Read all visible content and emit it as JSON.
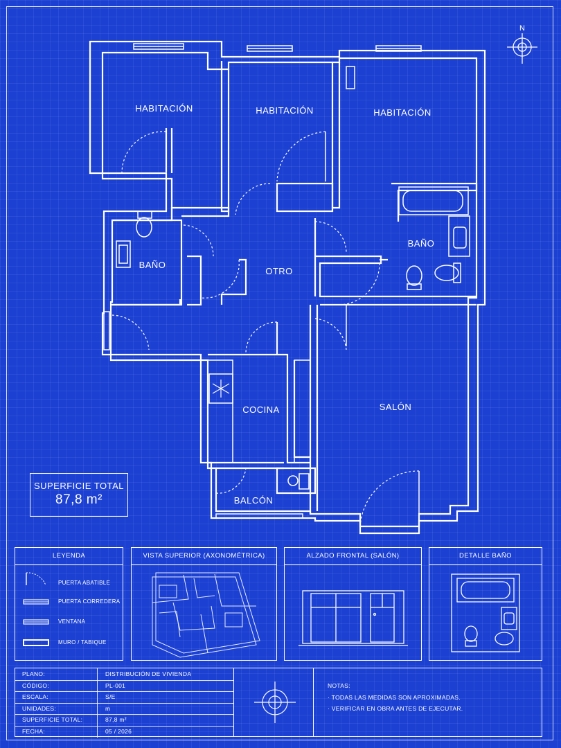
{
  "rooms": {
    "hab1": "HABITACIÓN",
    "hab2": "HABITACIÓN",
    "hab3": "HABITACIÓN",
    "bano1": "BAÑO",
    "bano2": "BAÑO",
    "otro": "OTRO",
    "cocina": "COCINA",
    "salon": "SALÓN",
    "balcon": "BALCÓN"
  },
  "compass": {
    "north": "N"
  },
  "superficie": {
    "title": "SUPERFICIE TOTAL",
    "value": "87,8 m²"
  },
  "panels": {
    "leyenda": {
      "title": "LEYENDA",
      "items": [
        "PUERTA ABATIBLE",
        "PUERTA CORREDERA",
        "VENTANA",
        "MURO / TABIQUE"
      ]
    },
    "vista": {
      "title": "VISTA SUPERIOR (AXONOMÉTRICA)"
    },
    "alzado": {
      "title": "ALZADO FRONTAL (SALÓN)"
    },
    "detalle": {
      "title": "DETALLE BAÑO"
    }
  },
  "info": {
    "rows": [
      {
        "key": "PLANO:",
        "value": "DISTRIBUCIÓN DE VIVIENDA"
      },
      {
        "key": "CÓDIGO:",
        "value": "PL-001"
      },
      {
        "key": "ESCALA:",
        "value": "S/E"
      },
      {
        "key": "UNIDADES:",
        "value": "m"
      },
      {
        "key": "SUPERFICIE TOTAL:",
        "value": "87,8 m²"
      },
      {
        "key": "FECHA:",
        "value": "05 / 2026"
      }
    ],
    "notes_title": "NOTAS:",
    "notes": [
      "· TODAS LAS MEDIDAS SON APROXIMADAS.",
      "· VERIFICAR EN OBRA ANTES DE EJECUTAR."
    ]
  }
}
